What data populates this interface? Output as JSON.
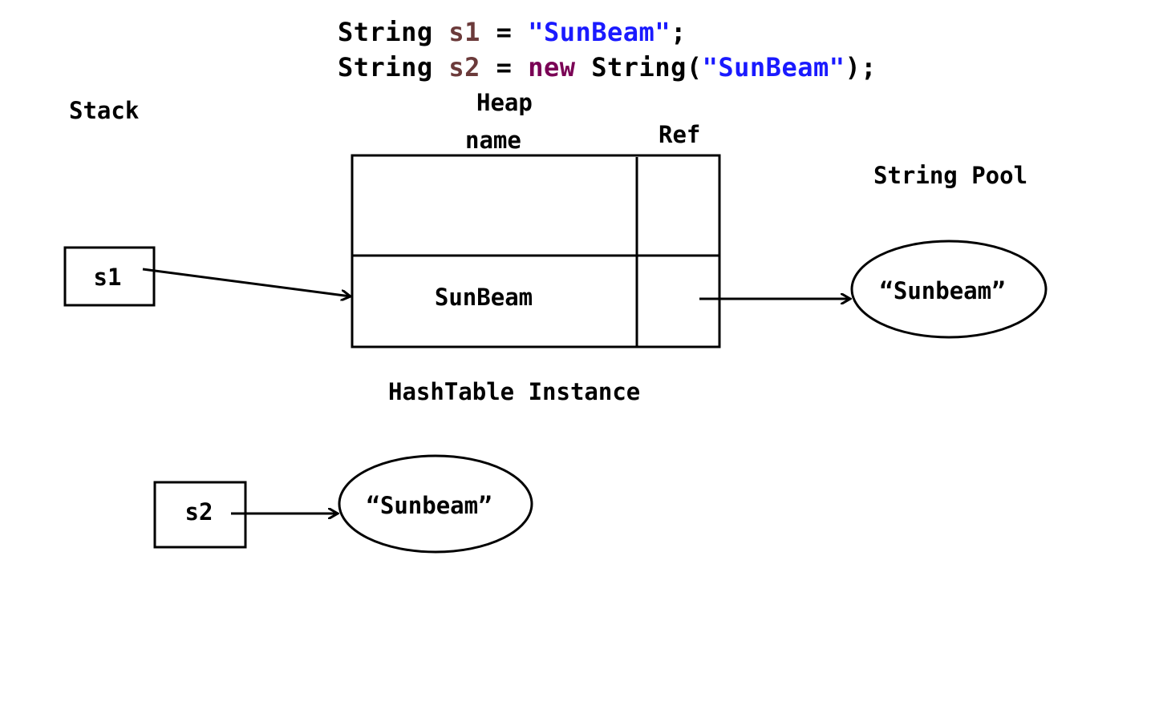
{
  "code": {
    "line1": {
      "type": "String",
      "var": "s1",
      "op": "=",
      "literal": "\"SunBeam\"",
      "end": ";"
    },
    "line2": {
      "type": "String",
      "var": "s2",
      "op": "=",
      "new_kw": "new",
      "ctor": "String(",
      "literal": "\"SunBeam\"",
      "end": ");"
    }
  },
  "labels": {
    "stack": "Stack",
    "heap": "Heap",
    "name_col": "name",
    "ref_col": "Ref",
    "string_pool": "String Pool",
    "hashtable": "HashTable Instance"
  },
  "nodes": {
    "s1": "s1",
    "s2": "s2",
    "table_entry": "SunBeam",
    "pool_string": "“Sunbeam”",
    "heap_string": "“Sunbeam”"
  },
  "colors": {
    "variable": "#6b3a3a",
    "string_literal": "#1a1aff",
    "keyword_new": "#7a0055",
    "line": "#000000"
  }
}
